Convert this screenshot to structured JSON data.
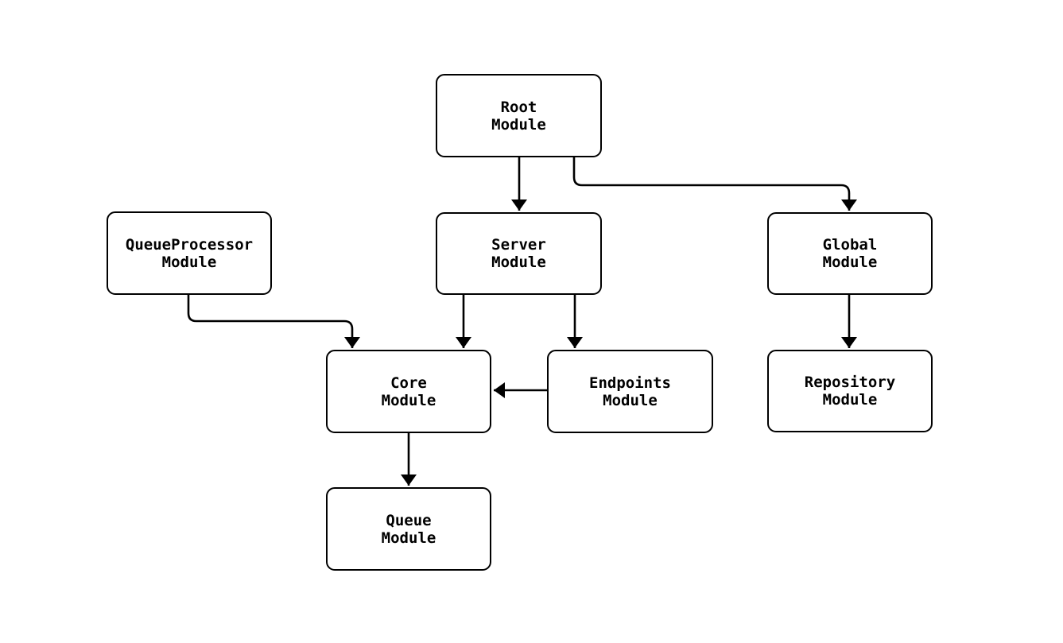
{
  "diagram": {
    "background_color": "#ffffff",
    "stroke_color": "#000000",
    "nodes": {
      "root": {
        "line1": "Root",
        "line2": "Module"
      },
      "queueprocessor": {
        "line1": "QueueProcessor",
        "line2": "Module"
      },
      "server": {
        "line1": "Server",
        "line2": "Module"
      },
      "global": {
        "line1": "Global",
        "line2": "Module"
      },
      "core": {
        "line1": "Core",
        "line2": "Module"
      },
      "endpoints": {
        "line1": "Endpoints",
        "line2": "Module"
      },
      "repository": {
        "line1": "Repository",
        "line2": "Module"
      },
      "queue": {
        "line1": "Queue",
        "line2": "Module"
      }
    },
    "edges": [
      {
        "from": "Root Module",
        "to": "Server Module"
      },
      {
        "from": "Root Module",
        "to": "Global Module"
      },
      {
        "from": "QueueProcessor Module",
        "to": "Core Module"
      },
      {
        "from": "Server Module",
        "to": "Core Module"
      },
      {
        "from": "Server Module",
        "to": "Endpoints Module"
      },
      {
        "from": "Global Module",
        "to": "Repository Module"
      },
      {
        "from": "Endpoints Module",
        "to": "Core Module"
      },
      {
        "from": "Core Module",
        "to": "Queue Module"
      }
    ]
  }
}
